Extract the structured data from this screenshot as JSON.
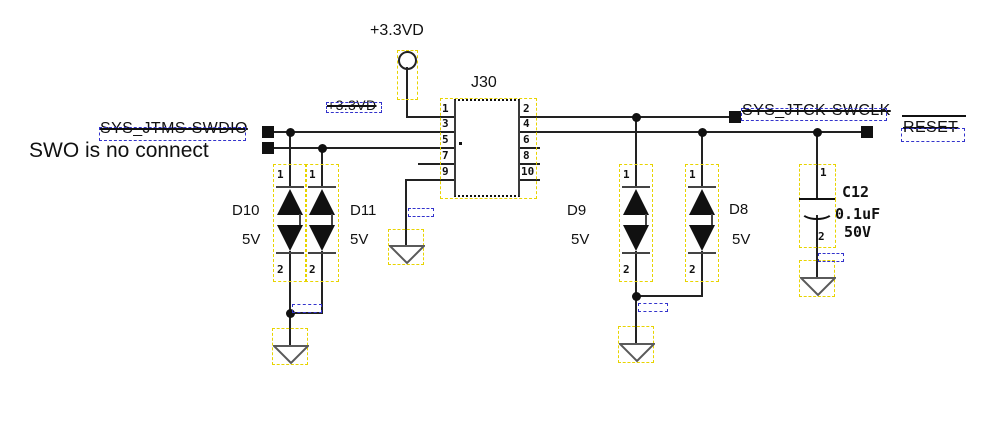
{
  "colors": {
    "wire": "#222222",
    "symbol_gray": "#4a4a4a",
    "selection_yellow": "#e8d400",
    "selection_blue": "#3333cc",
    "text": "#111111",
    "background": "#ffffff"
  },
  "power_flag": {
    "label": "+3.3VD"
  },
  "net_labels": {
    "v33": "+3.3VD",
    "swdio": "SYS_JTMS-SWDIO",
    "swclk": "SYS_JTCK-SWCLK",
    "reset": "RESET"
  },
  "note": "SWO is no connect",
  "connector": {
    "ref": "J30",
    "left_pins": [
      "1",
      "3",
      "5",
      "7",
      "9"
    ],
    "right_pins": [
      "2",
      "4",
      "6",
      "8",
      "10"
    ]
  },
  "diodes": [
    {
      "ref": "D10",
      "value": "5V",
      "pin_top": "1",
      "pin_bottom": "2"
    },
    {
      "ref": "D11",
      "value": "5V",
      "pin_top": "1",
      "pin_bottom": "2"
    },
    {
      "ref": "D9",
      "value": "5V",
      "pin_top": "1",
      "pin_bottom": "2"
    },
    {
      "ref": "D8",
      "value": "5V",
      "pin_top": "1",
      "pin_bottom": "2"
    }
  ],
  "capacitor": {
    "ref": "C12",
    "value": "0.1uF",
    "rating": "50V",
    "pin_top": "1",
    "pin_bottom": "2"
  }
}
